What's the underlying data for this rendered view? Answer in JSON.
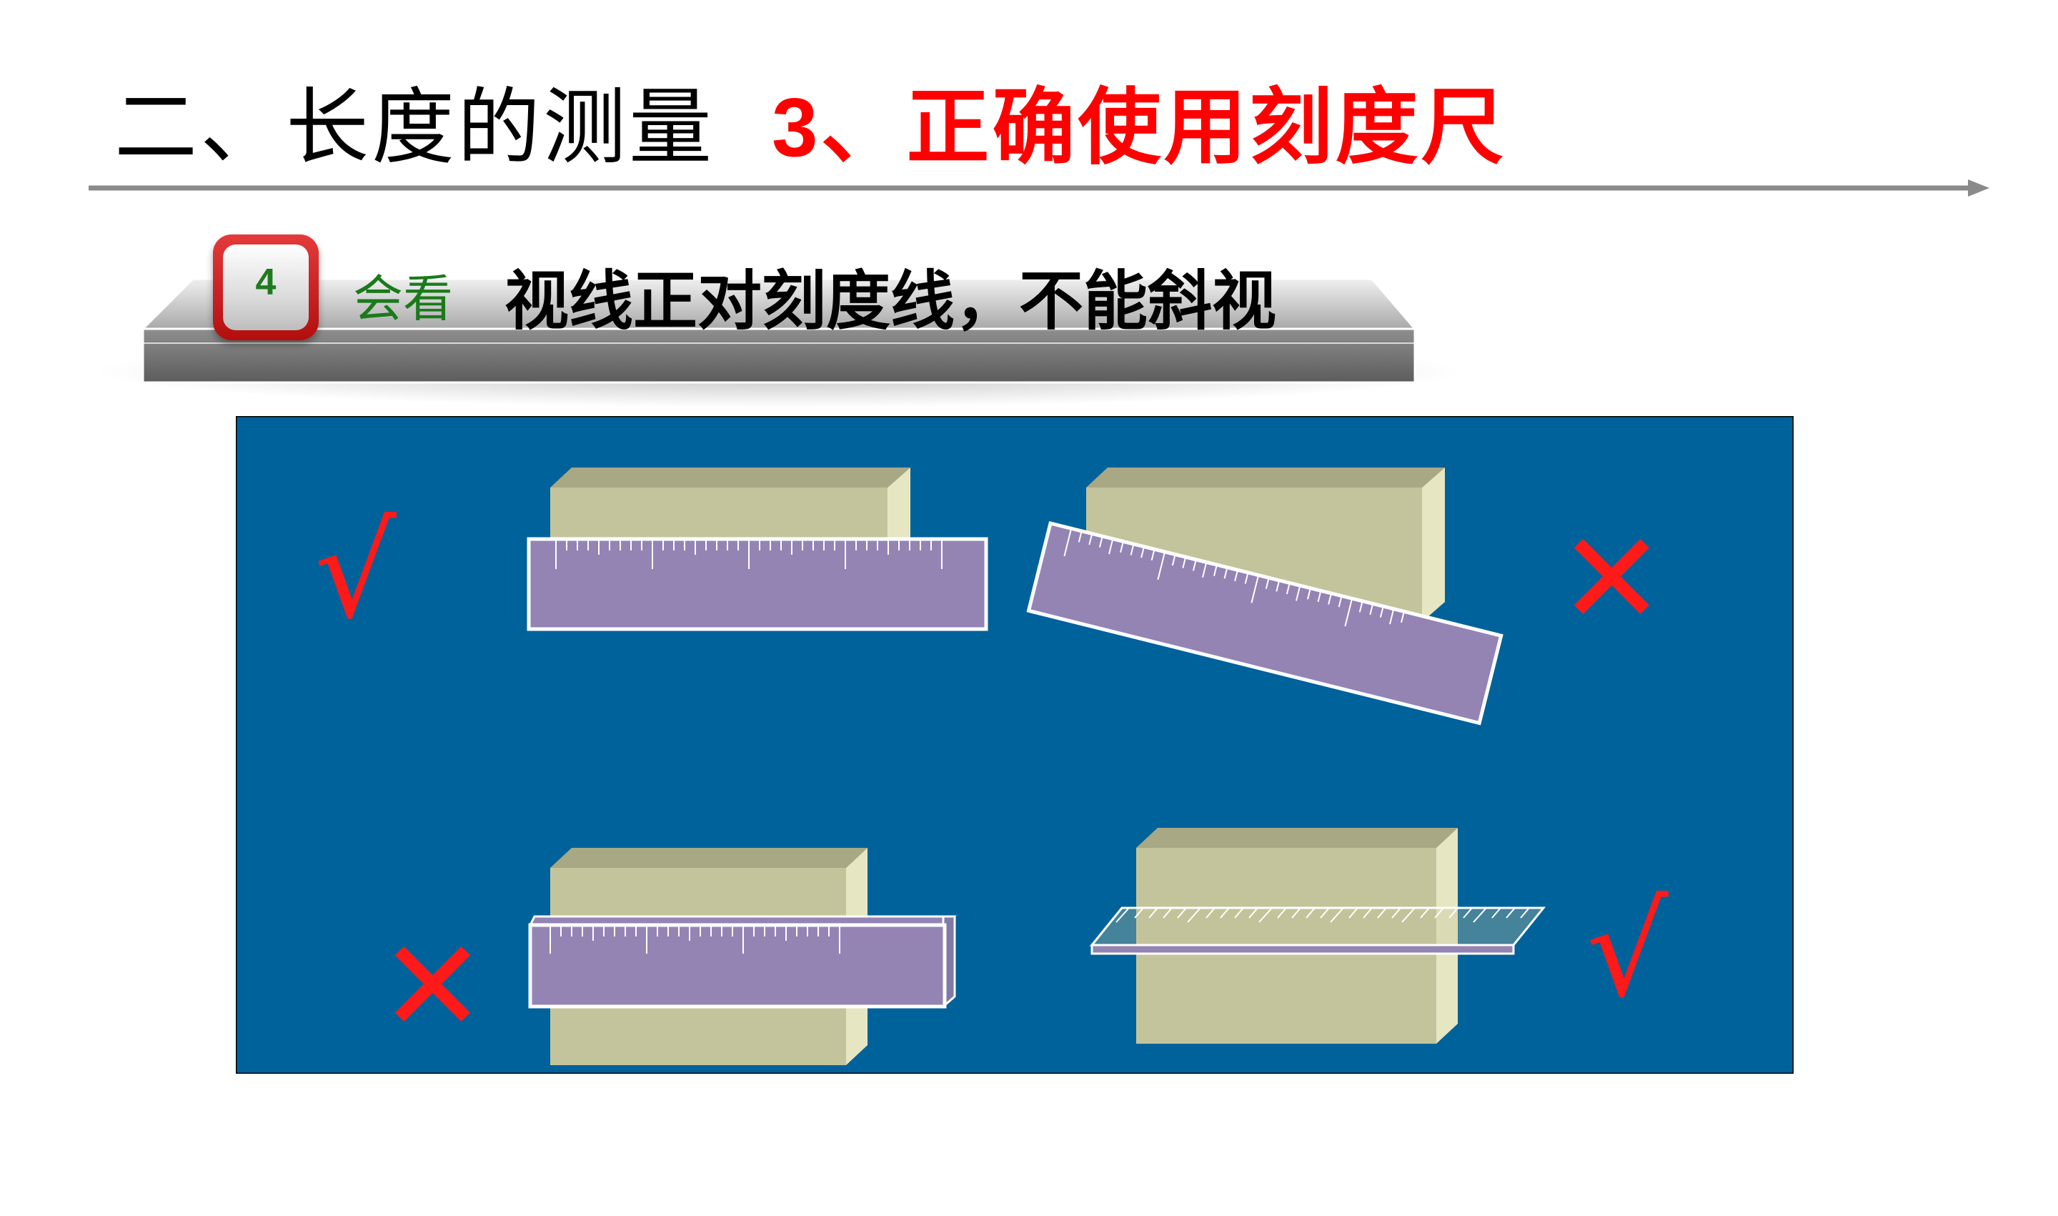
{
  "header": {
    "title": "二、长度的测量",
    "subtitle": "3、正确使用刻度尺",
    "subtitle_color": "#ff0000",
    "title_color": "#000000"
  },
  "step": {
    "number": "4",
    "label": "会看",
    "text": "视线正对刻度线，不能斜视",
    "label_color": "#1a7a1a",
    "badge_color": "#c81818"
  },
  "figure": {
    "background_color": "#00629a",
    "block_color": "#c4c49c",
    "ruler_color": "#9484b4",
    "examples": [
      {
        "id": "straight-contact",
        "verdict": "√",
        "correct": true
      },
      {
        "id": "tilted-ruler",
        "verdict": "✕",
        "correct": false
      },
      {
        "id": "thick-ruler-gap",
        "verdict": "✕",
        "correct": false
      },
      {
        "id": "edge-against-object",
        "verdict": "√",
        "correct": true
      }
    ],
    "mark_color": "#ff1a1a",
    "check_symbol": "√",
    "cross_symbol": "✕"
  }
}
